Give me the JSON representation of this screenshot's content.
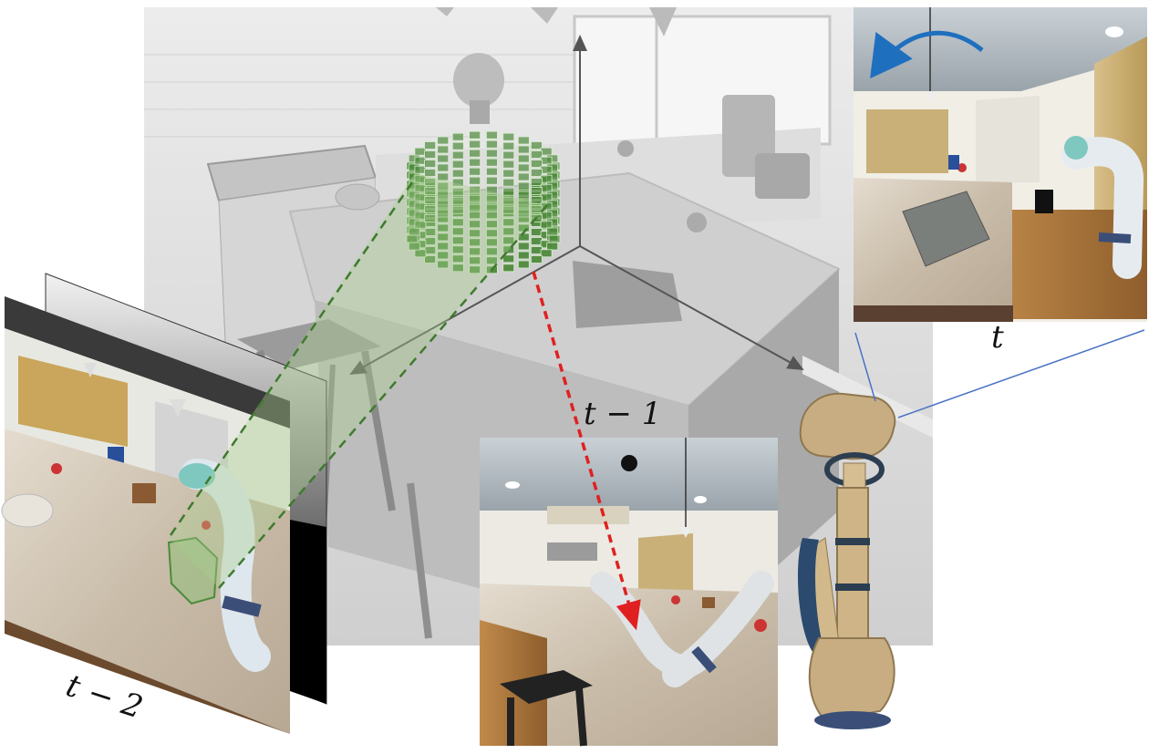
{
  "figure": {
    "labels": {
      "frame_t_minus_2": "t − 2",
      "frame_t_minus_1": "t − 1",
      "frame_t": "t"
    },
    "colors": {
      "scene_background": "#d9d9d9",
      "voxel_green": "#4e8a3c",
      "frustum_green": "#3f7a2f",
      "projection_red": "#e02020",
      "axis_gray": "#555555",
      "rotation_arrow_blue": "#1f6fbf",
      "camera_link_blue": "#4a72c4",
      "robot_body": "#c8ad82"
    }
  }
}
